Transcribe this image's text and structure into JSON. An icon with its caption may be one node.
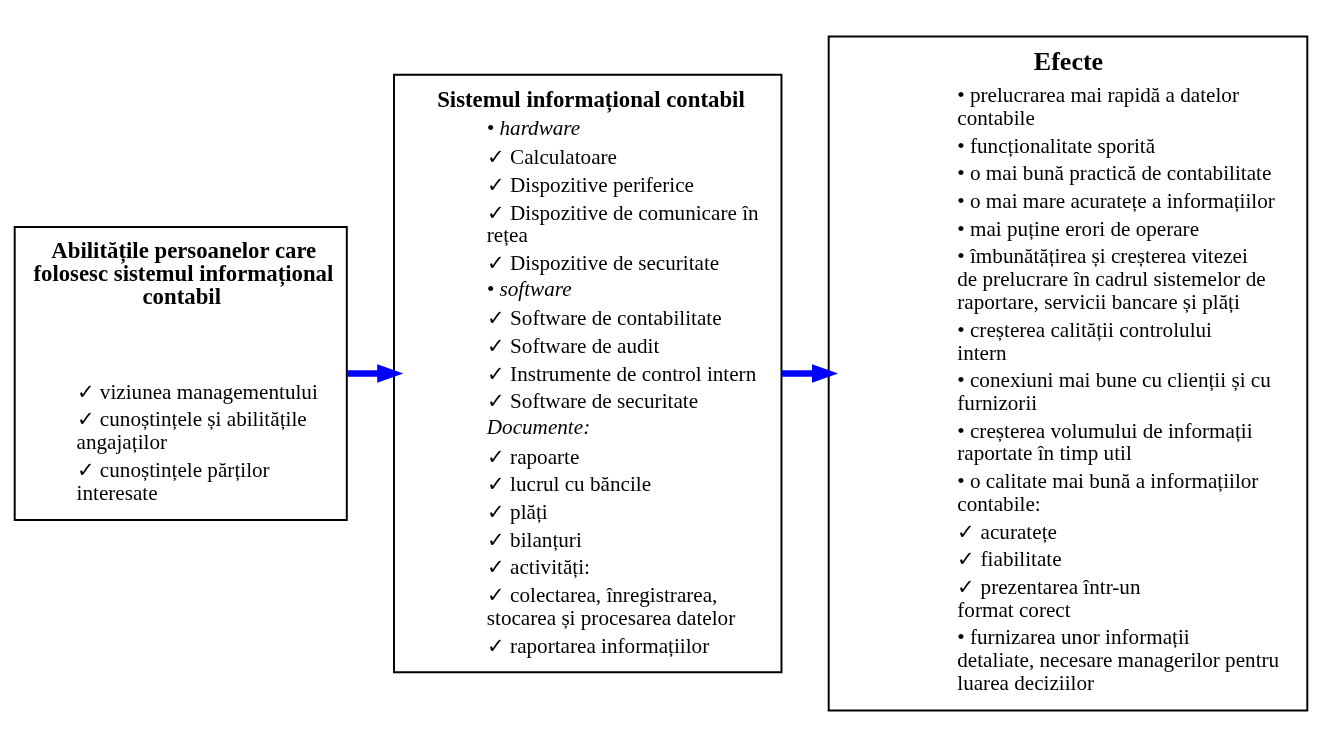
{
  "diagram": {
    "nodes": [
      {
        "text": [
          "Abilitățile persoanelor care folosesc sistemul informațional contabil",
          "✓ viziunea managementului",
          "✓ cunoștințele și abilitățile angajaților",
          "✓ cunoștințele părților interesate"
        ]
      },
      {
        "text": [
          "Sistemul informațional contabil",
          "• hardware",
          "✓ Calculatoare",
          "✓ Dispozitive periferice",
          "✓ Dispozitive de comunicare în rețea",
          "✓ Dispozitive de securitate",
          "• software",
          "✓ Software de contabilitate",
          "✓ Software de audit",
          "✓ Instrumente de control intern",
          "✓ Software de securitate",
          "Documente:",
          "✓ rapoarte",
          "✓ lucrul cu băncile",
          "✓ plăți",
          "✓ bilanțuri",
          "✓ activități:",
          "✓ colectarea, înregistrarea, stocarea și procesarea datelor",
          "✓ raportarea informațiilor"
        ]
      },
      {
        "text": [
          "Efecte",
          "• prelucrarea mai rapidă a datelor contabile",
          "• funcționalitate sporită",
          "• o mai bună practică de contabilitate",
          "• o mai mare acuratețe a informațiilor",
          "• mai puține erori de operare",
          "• îmbunătățirea și creșterea vitezei de prelucrare în cadrul sistemelor de raportare, servicii bancare și plăți",
          "• creșterea calității controlului intern",
          "• conexiuni mai bune cu clienții și cu furnizorii",
          "• creșterea volumului de informații raportate în timp util",
          "• o calitate mai bună a informațiilor contabile:",
          "✓ acuratețe",
          "✓ fiabilitate",
          "✓ prezentarea într-un format corect",
          "• furnizarea unor informații detaliate, necesare managerilor pentru luarea deciziilor"
        ]
      }
    ],
    "edges": [
      {
        "from": 0,
        "to": 1,
        "arrow": "to"
      },
      {
        "from": 1,
        "to": 2,
        "arrow": "to"
      }
    ]
  }
}
